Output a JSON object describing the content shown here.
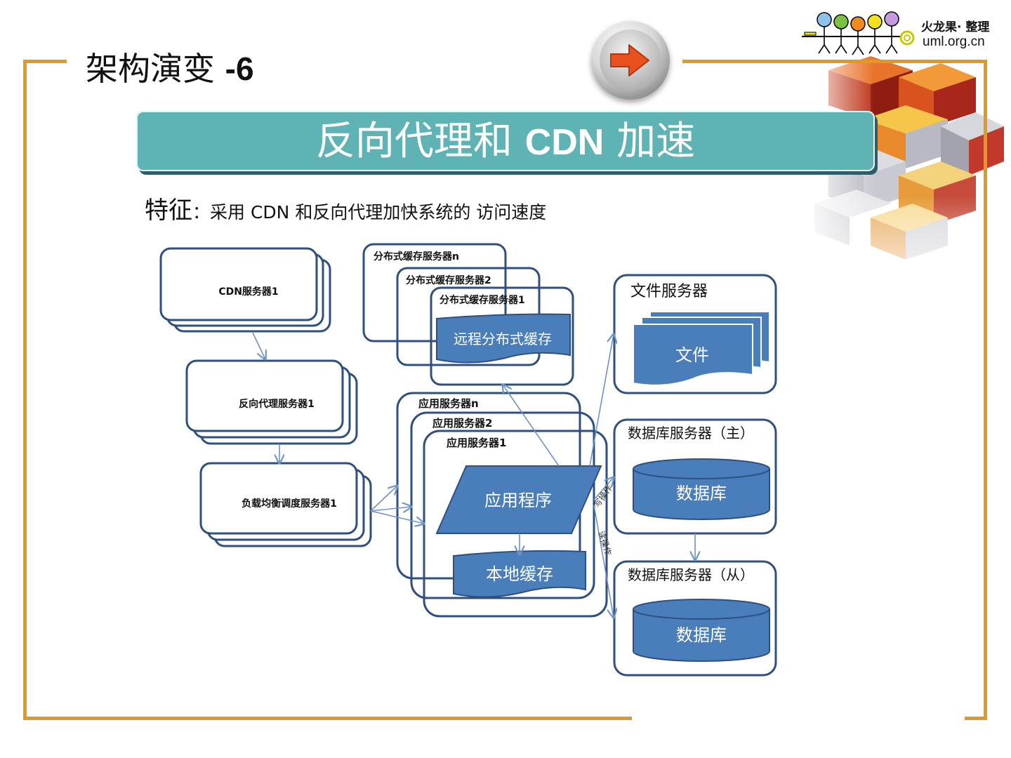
{
  "slide": {
    "title_main": "架构演变",
    "title_suffix": "-6",
    "banner_part1": "反向代理和",
    "banner_cdn": "CDN",
    "banner_part2": "加速",
    "feature_label": "特征",
    "feature_colon": "：",
    "feature_text": "采用 CDN 和反向代理加快系统的 访问速度"
  },
  "logo": {
    "line1": "火龙果· 整理",
    "line2": "uml.org.cn"
  },
  "diagram": {
    "cdn_server": "CDN服务器1",
    "reverse_proxy": "反向代理服务器1",
    "load_balancer": "负载均衡调度服务器1",
    "cache_server_n": "分布式缓存服务器n",
    "cache_server_2": "分布式缓存服务器2",
    "cache_server_1": "分布式缓存服务器1",
    "remote_cache": "远程分布式缓存",
    "app_server_n": "应用服务器n",
    "app_server_2": "应用服务器2",
    "app_server_1": "应用服务器1",
    "app_program": "应用程序",
    "local_cache": "本地缓存",
    "file_server": "文件服务器",
    "file": "文件",
    "db_master": "数据库服务器（主）",
    "db_slave": "数据库服务器（从）",
    "database": "数据库",
    "write_op": "写操作",
    "read_op": "读操作"
  },
  "colors": {
    "frame": "#e09a24",
    "banner": "#5fb3b5",
    "box_stroke": "#2f4f80",
    "shape_fill": "#4a7ebb",
    "arrow": "#6f93c6"
  }
}
